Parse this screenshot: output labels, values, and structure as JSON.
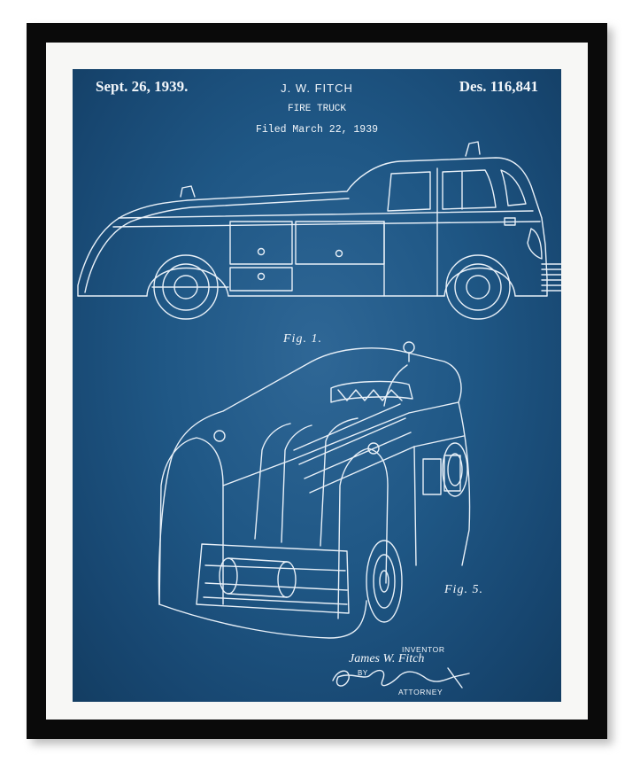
{
  "patent": {
    "date": "Sept. 26, 1939.",
    "inventor": "J. W. FITCH",
    "subject": "FIRE TRUCK",
    "filed": "Filed March 22, 1939",
    "number": "Des. 116,841"
  },
  "figures": {
    "fig1": "Fig. 1.",
    "fig5": "Fig. 5."
  },
  "signature_block": {
    "inventor_label": "INVENTOR",
    "inventor_signature": "James W. Fitch",
    "by_label": "BY",
    "attorney_label": "ATTORNEY"
  },
  "colors": {
    "blueprint": "#1f5785",
    "line": "#e8f0f8",
    "frame": "#0a0a0a",
    "mat": "#f7f7f5"
  }
}
